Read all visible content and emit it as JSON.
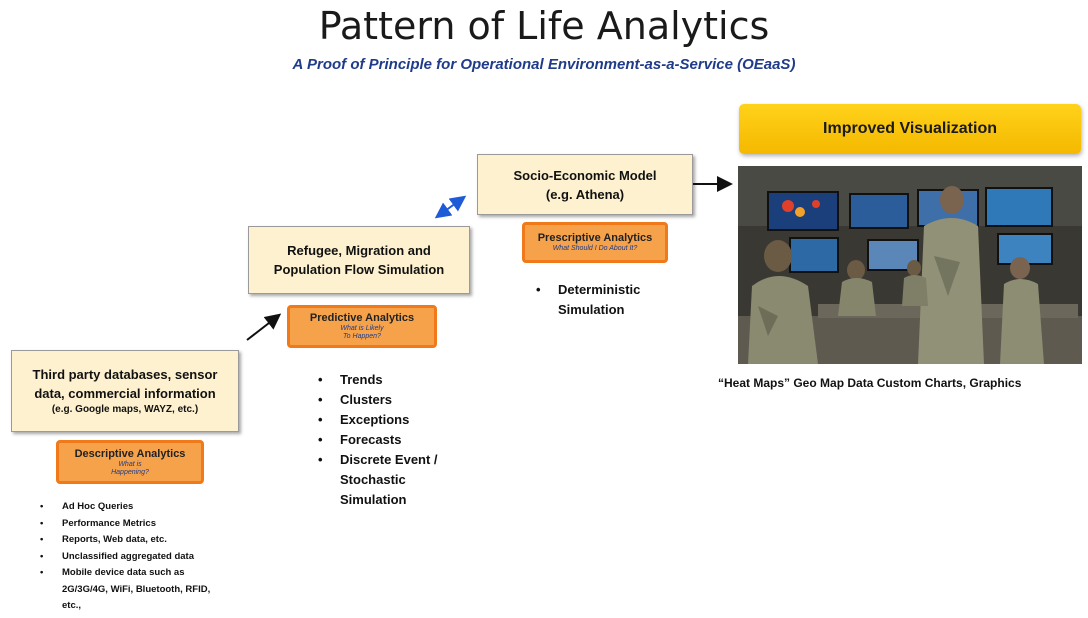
{
  "title": "Pattern of Life Analytics",
  "subtitle": "A Proof of Principle for Operational Environment-as-a-Service (OEaaS)",
  "stage1": {
    "box_lines": [
      "Third party databases, sensor",
      "data, commercial information"
    ],
    "box_sub": "(e.g. Google maps, WAYZ, etc.)",
    "tag_title": "Descriptive Analytics",
    "tag_sub": [
      "What is",
      "Happening?"
    ],
    "bullets": [
      "Ad Hoc Queries",
      "Performance Metrics",
      "Reports, Web data, etc.",
      "Unclassified aggregated data",
      "Mobile device data such as",
      "2G/3G/4G, WiFi, Bluetooth, RFID,",
      "etc.,"
    ]
  },
  "stage2": {
    "box_lines": [
      "Refugee, Migration and",
      "Population Flow Simulation"
    ],
    "tag_title": "Predictive Analytics",
    "tag_sub": [
      "What is Likely",
      "To Happen?"
    ],
    "bullets": [
      "Trends",
      "Clusters",
      "Exceptions",
      "Forecasts",
      "Discrete Event /",
      "Stochastic",
      "Simulation"
    ]
  },
  "stage3": {
    "box_lines": [
      "Socio-Economic Model",
      "(e.g. Athena)"
    ],
    "tag_title": "Prescriptive Analytics",
    "tag_sub": [
      "What Should I Do About It?"
    ],
    "bullets": [
      "Deterministic",
      "Simulation"
    ]
  },
  "visualization": {
    "header": "Improved Visualization",
    "caption": "“Heat Maps” Geo Map Data Custom Charts, Graphics"
  },
  "colors": {
    "box_fill": "#fdf1cf",
    "tag_fill": "#f6a24a",
    "tag_border": "#f07a1a",
    "header_fill": "#ffd21a",
    "subtitle": "#1f3b8a",
    "bidirectional_arrow": "#1e5bd6"
  }
}
